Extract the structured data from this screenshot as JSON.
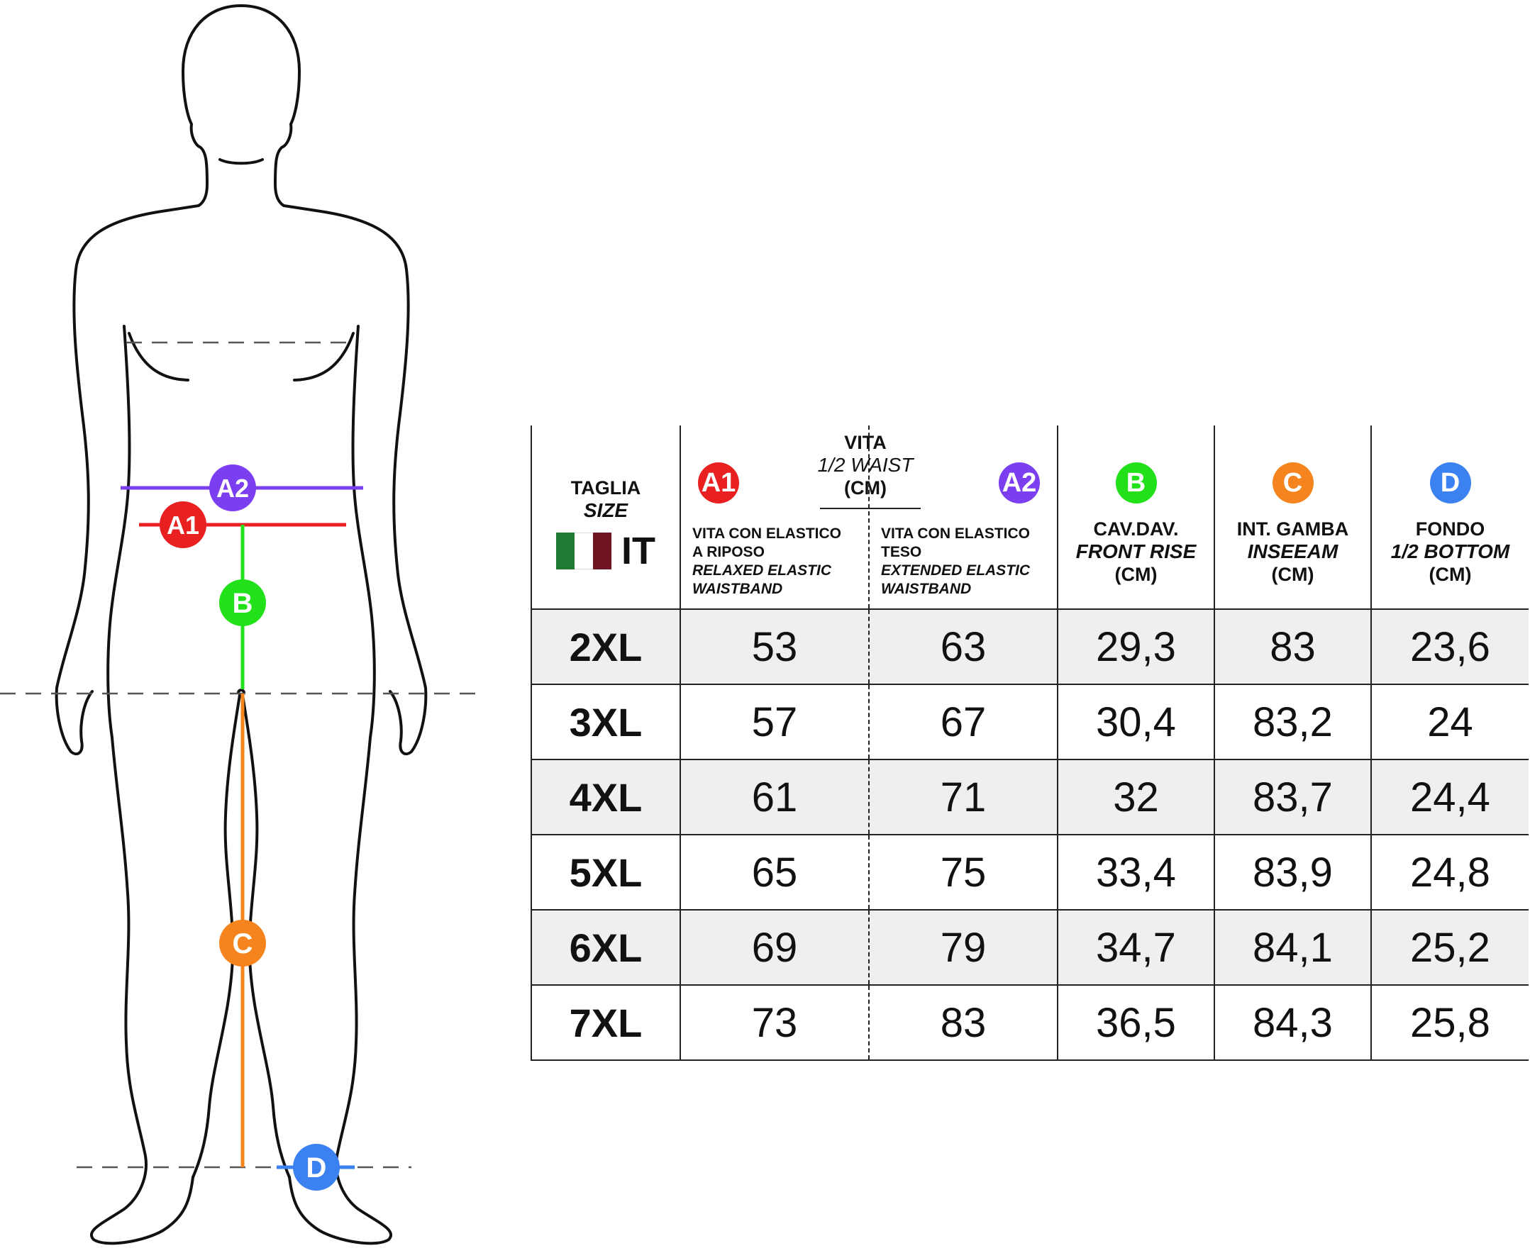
{
  "colors": {
    "a1": "#e8201f",
    "a2": "#7b3ff0",
    "b": "#22e11a",
    "c": "#f5841f",
    "d": "#3b82f0",
    "flag_green": "#1f7a32",
    "flag_red": "#6e1423"
  },
  "figure": {
    "labels": {
      "a1": "A1",
      "a2": "A2",
      "b": "B",
      "c": "C",
      "d": "D"
    }
  },
  "header": {
    "size_col": {
      "title": "TAGLIA",
      "subtitle": "SIZE",
      "country": "IT",
      "flag_icon": "italy-flag-icon"
    },
    "vita": {
      "title": "VITA",
      "subtitle": "1/2 WAIST",
      "unit": "(CM)"
    },
    "a1": {
      "badge": "A1",
      "line1": "VITA CON ELASTICO",
      "line2": "A RIPOSO",
      "line3": "RELAXED ELASTIC",
      "line4": "WAISTBAND"
    },
    "a2": {
      "badge": "A2",
      "line1": "VITA CON ELASTICO",
      "line2": "TESO",
      "line3": "EXTENDED ELASTIC",
      "line4": "WAISTBAND"
    },
    "b": {
      "badge": "B",
      "title": "CAV.DAV.",
      "subtitle": "FRONT RISE",
      "unit": "(CM)"
    },
    "c": {
      "badge": "C",
      "title": "INT. GAMBA",
      "subtitle": "INSEEAM",
      "unit": "(CM)"
    },
    "d": {
      "badge": "D",
      "title": "FONDO",
      "subtitle": "1/2 BOTTOM",
      "unit": "(CM)"
    }
  },
  "rows": [
    {
      "size": "2XL",
      "a1": "53",
      "a2": "63",
      "b": "29,3",
      "c": "83",
      "d": "23,6"
    },
    {
      "size": "3XL",
      "a1": "57",
      "a2": "67",
      "b": "30,4",
      "c": "83,2",
      "d": "24"
    },
    {
      "size": "4XL",
      "a1": "61",
      "a2": "71",
      "b": "32",
      "c": "83,7",
      "d": "24,4"
    },
    {
      "size": "5XL",
      "a1": "65",
      "a2": "75",
      "b": "33,4",
      "c": "83,9",
      "d": "24,8"
    },
    {
      "size": "6XL",
      "a1": "69",
      "a2": "79",
      "b": "34,7",
      "c": "84,1",
      "d": "25,2"
    },
    {
      "size": "7XL",
      "a1": "73",
      "a2": "83",
      "b": "36,5",
      "c": "84,3",
      "d": "25,8"
    }
  ]
}
